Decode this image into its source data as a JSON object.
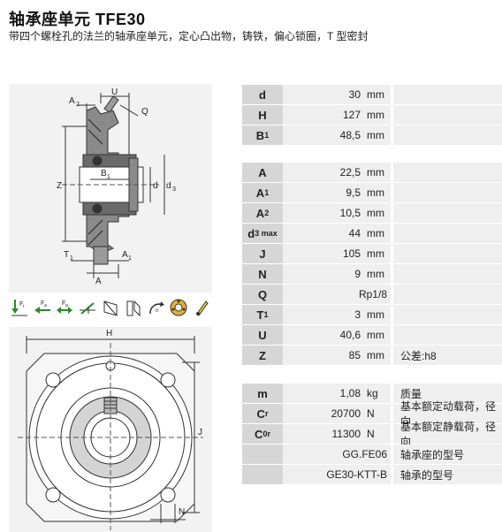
{
  "header": {
    "title": "轴承座单元 TFE30",
    "subtitle": "带四个螺栓孔的法兰的轴承座单元，定心凸出物，铸铁，偏心锁圈，T 型密封"
  },
  "side_view_labels": {
    "U": "U",
    "A2": "A",
    "A2sub": "2",
    "Q": "Q",
    "Z": "Z",
    "B1": "B",
    "B1sub": "1",
    "d": "d",
    "d3": "d",
    "d3sub": "3",
    "T1": "T",
    "T1sub": "1",
    "A1": "A",
    "A1sub": "1",
    "A": "A"
  },
  "front_view_labels": {
    "H": "H",
    "J": "J",
    "N": "N"
  },
  "icons": {
    "fr": "F",
    "frsub": "r",
    "fa1": "F",
    "fa1sub": "a",
    "fa2": "F",
    "fa2sub": "a"
  },
  "group1": [
    {
      "key": "d",
      "sub": "",
      "value": "30",
      "unit": "mm",
      "note": ""
    },
    {
      "key": "H",
      "sub": "",
      "value": "127",
      "unit": "mm",
      "note": ""
    },
    {
      "key": "B",
      "sub": "1",
      "value": "48,5",
      "unit": "mm",
      "note": ""
    }
  ],
  "group2": [
    {
      "key": "A",
      "sub": "",
      "value": "22,5",
      "unit": "mm",
      "note": ""
    },
    {
      "key": "A",
      "sub": "1",
      "value": "9,5",
      "unit": "mm",
      "note": ""
    },
    {
      "key": "A",
      "sub": "2",
      "value": "10,5",
      "unit": "mm",
      "note": ""
    },
    {
      "key": "d",
      "sub": "3 max",
      "value": "44",
      "unit": "mm",
      "note": ""
    },
    {
      "key": "J",
      "sub": "",
      "value": "105",
      "unit": "mm",
      "note": ""
    },
    {
      "key": "N",
      "sub": "",
      "value": "9",
      "unit": "mm",
      "note": ""
    },
    {
      "key": "Q",
      "sub": "",
      "value": "Rp1/8",
      "unit": "",
      "note": ""
    },
    {
      "key": "T",
      "sub": "1",
      "value": "3",
      "unit": "mm",
      "note": ""
    },
    {
      "key": "U",
      "sub": "",
      "value": "40,6",
      "unit": "mm",
      "note": ""
    },
    {
      "key": "Z",
      "sub": "",
      "value": "85",
      "unit": "mm",
      "note": "公差:h8"
    }
  ],
  "group3": [
    {
      "key": "m",
      "sub": "",
      "value": "1,08",
      "unit": "kg",
      "note": "质量"
    },
    {
      "key": "C",
      "sub": "r",
      "value": "20700",
      "unit": "N",
      "note": "基本额定动载荷，径向"
    },
    {
      "key": "C",
      "sub": "0r",
      "value": "11300",
      "unit": "N",
      "note": "基本额定静载荷，径向"
    },
    {
      "key": "",
      "sub": "",
      "value": "GG.FE06",
      "unit": "",
      "note": "轴承座的型号"
    },
    {
      "key": "",
      "sub": "",
      "value": "GE30-KTT-B",
      "unit": "",
      "note": "轴承的型号"
    }
  ]
}
